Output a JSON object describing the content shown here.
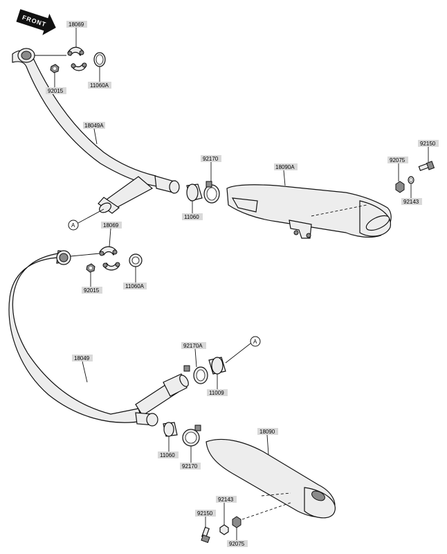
{
  "front_arrow": {
    "text": "FRONT"
  },
  "reference_marker": {
    "text": "A"
  },
  "labels": {
    "p18069_top": "18069",
    "p92015_top": "92015",
    "p11060A_top": "11060A",
    "p18049A": "18049A",
    "p92170_top": "92170",
    "p11060_top": "11060",
    "p18090A": "18090A",
    "p92075_top": "92075",
    "p92150_top": "92150",
    "p92143_top": "92143",
    "p18069_mid": "18069",
    "p92015_mid": "92015",
    "p11060A_mid": "11060A",
    "p18049": "18049",
    "p92170A": "92170A",
    "p11009": "11009",
    "p11060_bot": "11060",
    "p92170_bot": "92170",
    "p18090": "18090",
    "p92143_bot": "92143",
    "p92150_bot": "92150",
    "p92075_bot": "92075"
  }
}
